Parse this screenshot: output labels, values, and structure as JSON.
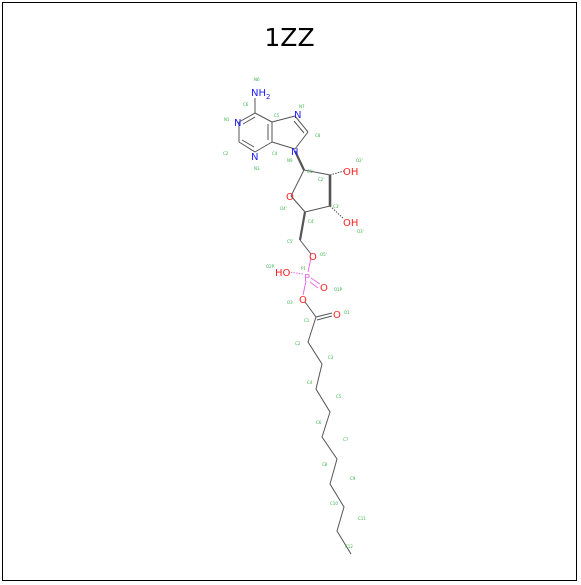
{
  "title": "1ZZ",
  "colors": {
    "carbon": "#555555",
    "nitrogen": "#1f1fff",
    "oxygen": "#ff1f1f",
    "phosphorus": "#e46ee4",
    "atom_label": "#39b54a"
  },
  "heteroatoms": {
    "nh2": "NH",
    "nh2_sub": "2",
    "n1": "N",
    "n3": "N",
    "n7": "N",
    "n9": "N",
    "o4": "O",
    "oh2": "OH",
    "oh3": "OH",
    "o5": "O",
    "p": "P",
    "p_oh": "HO",
    "p_o": "O",
    "o_ester": "O",
    "o_carbonyl": "O"
  },
  "atom_labels": {
    "n6": "N6",
    "c6": "C6",
    "n1": "N1",
    "c2": "C2",
    "n3": "N3",
    "c4": "C4",
    "c5": "C5",
    "n7": "N7",
    "c8": "C8",
    "n9": "N9",
    "c1p": "C1'",
    "c2p": "C2'",
    "c3p": "C3'",
    "c4p": "C4'",
    "o4p": "O4'",
    "o2p": "O2'",
    "o3p": "O3'",
    "c5p": "C5'",
    "o5p": "O5'",
    "p": "P1",
    "op1": "O1P",
    "op2": "O2P",
    "o3": "O3",
    "c1": "C1",
    "o1": "O1",
    "c2c": "C2",
    "c3c": "C3",
    "c4c": "C4",
    "c5c": "C5",
    "c6c": "C6",
    "c7c": "C7",
    "c8c": "C8",
    "c9c": "C9",
    "c10c": "C10",
    "c11c": "C11",
    "c12c": "C12"
  }
}
